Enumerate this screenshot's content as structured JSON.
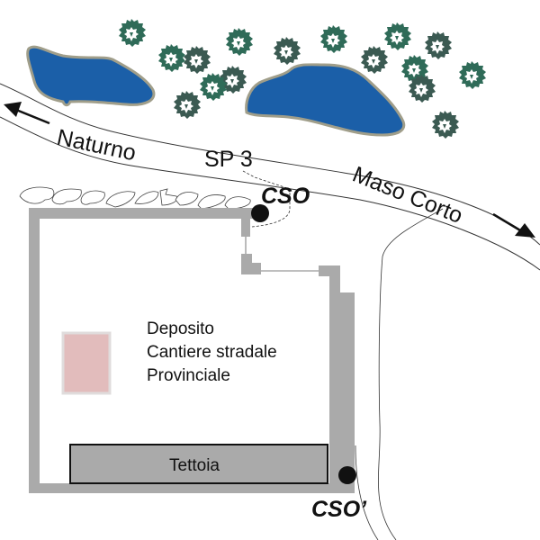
{
  "map": {
    "road": {
      "name": "SP 3",
      "direction_left": "Naturno",
      "direction_right": "Maso Corto"
    },
    "outfalls": [
      {
        "id": "cso",
        "label": "CSO"
      },
      {
        "id": "cso-prime",
        "label": "CSO’"
      }
    ],
    "site": {
      "label_lines": [
        "Deposito",
        "Cantiere stradale",
        "Provinciale"
      ],
      "shed_label": "Tettoia"
    },
    "colors": {
      "water": "#1b5fa8",
      "water_edge": "#a09e8a",
      "tree": "#2f6b58",
      "tree_dark": "#3b5a52",
      "wall": "#aaaaaa",
      "site_marker": "#e2bcbc",
      "site_marker_edge": "#e0dcdc",
      "outfall": "#111111"
    }
  }
}
